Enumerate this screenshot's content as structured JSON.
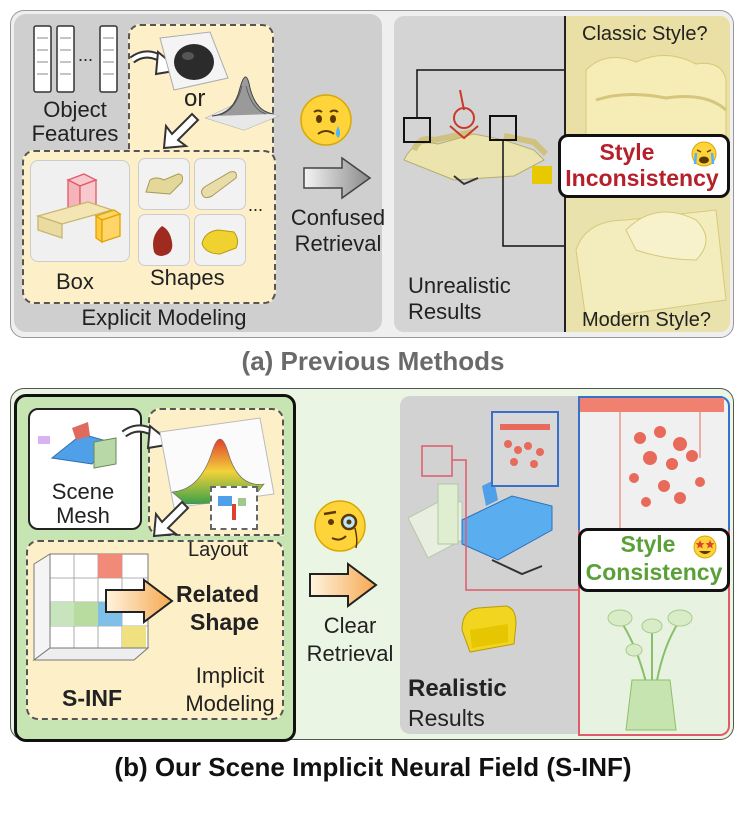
{
  "top": {
    "object_features": [
      "Object",
      "Features"
    ],
    "dots": "...",
    "or": "or",
    "box": "Box",
    "shapes": "Shapes",
    "shapes_dots": "...",
    "explicit_modeling": "Explicit Modeling",
    "confused_retrieval": [
      "Confused",
      "Retrieval"
    ],
    "unrealistic_results": [
      "Unrealistic",
      "Results"
    ],
    "classic_style": "Classic Style?",
    "modern_style": "Modern Style?",
    "style_inconsistency": [
      "Style",
      "Inconsistency"
    ],
    "caption": "(a) Previous Methods"
  },
  "bottom": {
    "scene_mesh": [
      "Scene",
      "Mesh"
    ],
    "layout": "Layout",
    "related_shape": [
      "Related",
      "Shape"
    ],
    "sinf": "S-INF",
    "implicit_modeling": [
      "Implicit",
      "Modeling"
    ],
    "clear_retrieval": [
      "Clear",
      "Retrieval"
    ],
    "realistic": "Realistic",
    "results": "Results",
    "style_consistency": [
      "Style",
      "Consistency"
    ],
    "caption": "(b) Our Scene Implicit Neural Field (S-INF)"
  },
  "colors": {
    "top_bg": "#efefef",
    "bottom_bg": "#eaf6e3",
    "explicit_yellow": "#fdf0c8",
    "implicit_green": "#c7e4b3",
    "red_text": "#b5202b",
    "green_text": "#5aa037",
    "caption_gray": "#6a6a6a"
  }
}
